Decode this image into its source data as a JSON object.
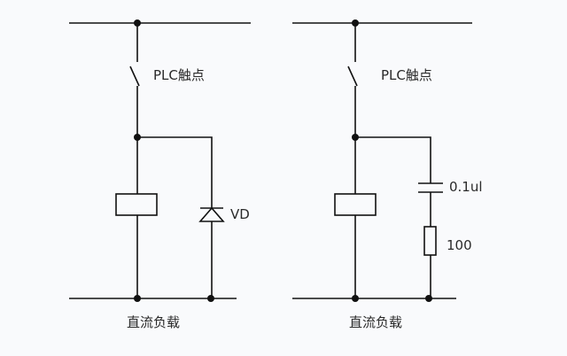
{
  "circuits": [
    {
      "contact_label": "PLC触点",
      "component_label": "VD",
      "load_label": "直流负载",
      "suppression": "diode"
    },
    {
      "contact_label": "PLC触点",
      "capacitor_label": "0.1ul",
      "resistor_label": "100",
      "load_label": "直流负载",
      "suppression": "rc"
    }
  ],
  "colors": {
    "line": "#111111",
    "background": "#f9fafc"
  }
}
